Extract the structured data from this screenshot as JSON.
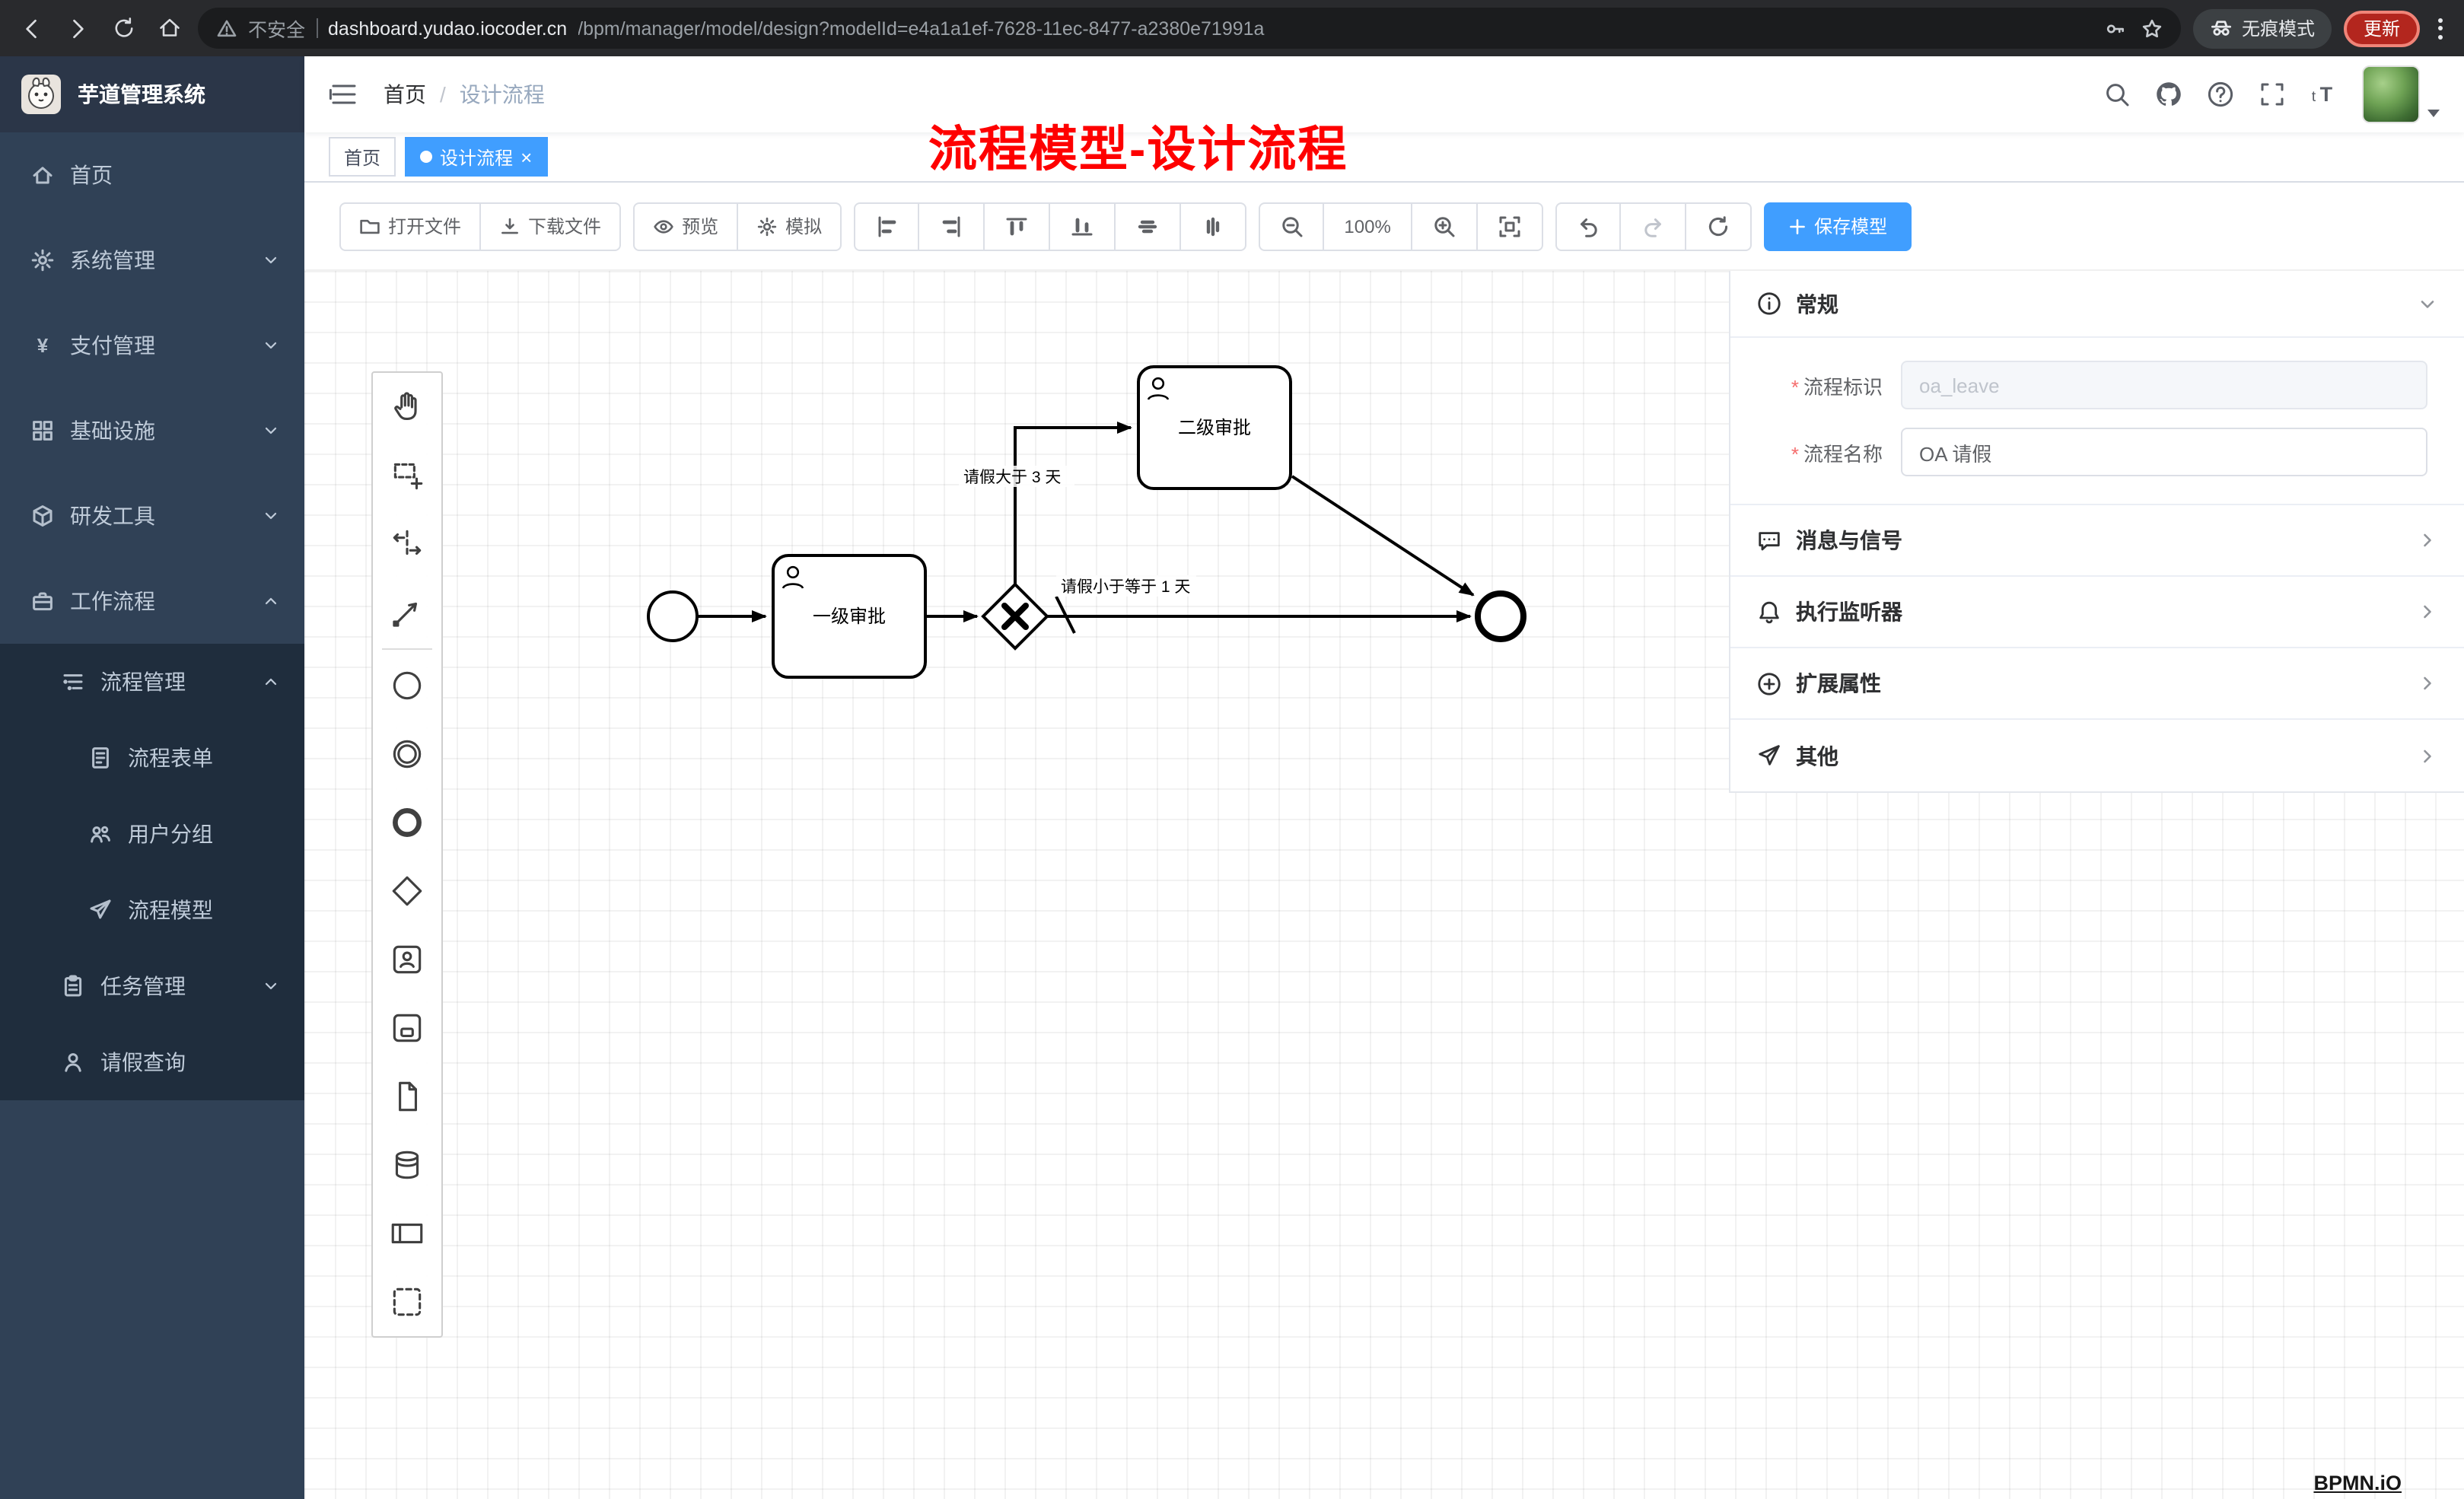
{
  "browser": {
    "security_label": "不安全",
    "host": "dashboard.yudao.iocoder.cn",
    "path": "/bpm/manager/model/design?modelId=e4a1a1ef-7628-11ec-8477-a2380e71991a",
    "incognito_label": "无痕模式",
    "update_label": "更新"
  },
  "sidebar": {
    "title": "芋道管理系统",
    "items": [
      {
        "label": "首页",
        "icon": "home-icon",
        "level": 1
      },
      {
        "label": "系统管理",
        "icon": "gear-icon",
        "level": 1,
        "expand": "down"
      },
      {
        "label": "支付管理",
        "icon": "payment-icon",
        "level": 1,
        "expand": "down"
      },
      {
        "label": "基础设施",
        "icon": "infrastructure-icon",
        "level": 1,
        "expand": "down"
      },
      {
        "label": "研发工具",
        "icon": "devtools-icon",
        "level": 1,
        "expand": "down"
      },
      {
        "label": "工作流程",
        "icon": "workflow-icon",
        "level": 1,
        "expand": "up"
      },
      {
        "label": "流程管理",
        "icon": "process-manage-icon",
        "level": 2,
        "expand": "up"
      },
      {
        "label": "流程表单",
        "icon": "form-icon",
        "level": 3
      },
      {
        "label": "用户分组",
        "icon": "user-group-icon",
        "level": 3
      },
      {
        "label": "流程模型",
        "icon": "process-model-icon",
        "level": 3
      },
      {
        "label": "任务管理",
        "icon": "task-manage-icon",
        "level": 2,
        "expand": "down"
      },
      {
        "label": "请假查询",
        "icon": "person-icon",
        "level": 2
      }
    ]
  },
  "navbar": {
    "breadcrumb_home": "首页",
    "breadcrumb_separator": "/",
    "breadcrumb_current": "设计流程",
    "annotation": "流程模型-设计流程"
  },
  "tabs": {
    "home": "首页",
    "active": "设计流程",
    "close_glyph": "×"
  },
  "toolbar": {
    "open": "打开文件",
    "download": "下载文件",
    "preview": "预览",
    "simulate": "模拟",
    "zoom_level": "100%",
    "save": "保存模型"
  },
  "diagram": {
    "task_first": "一级审批",
    "task_second": "二级审批",
    "flow_gt": "请假大于 3 天",
    "flow_lte": "请假小于等于 1 天"
  },
  "properties": {
    "required_mark": "*",
    "general_title": "常规",
    "process_key_label": "流程标识",
    "process_key_value": "oa_leave",
    "process_name_label": "流程名称",
    "process_name_value": "OA 请假",
    "section_message": "消息与信号",
    "section_listener": "执行监听器",
    "section_extension": "扩展属性",
    "section_other": "其他"
  },
  "watermark": "BPMN.iO",
  "colors": {
    "primary": "#409eff",
    "sidebar_bg": "#304156",
    "submenu_bg": "#1f2d3d",
    "annotation": "#fe0000"
  }
}
